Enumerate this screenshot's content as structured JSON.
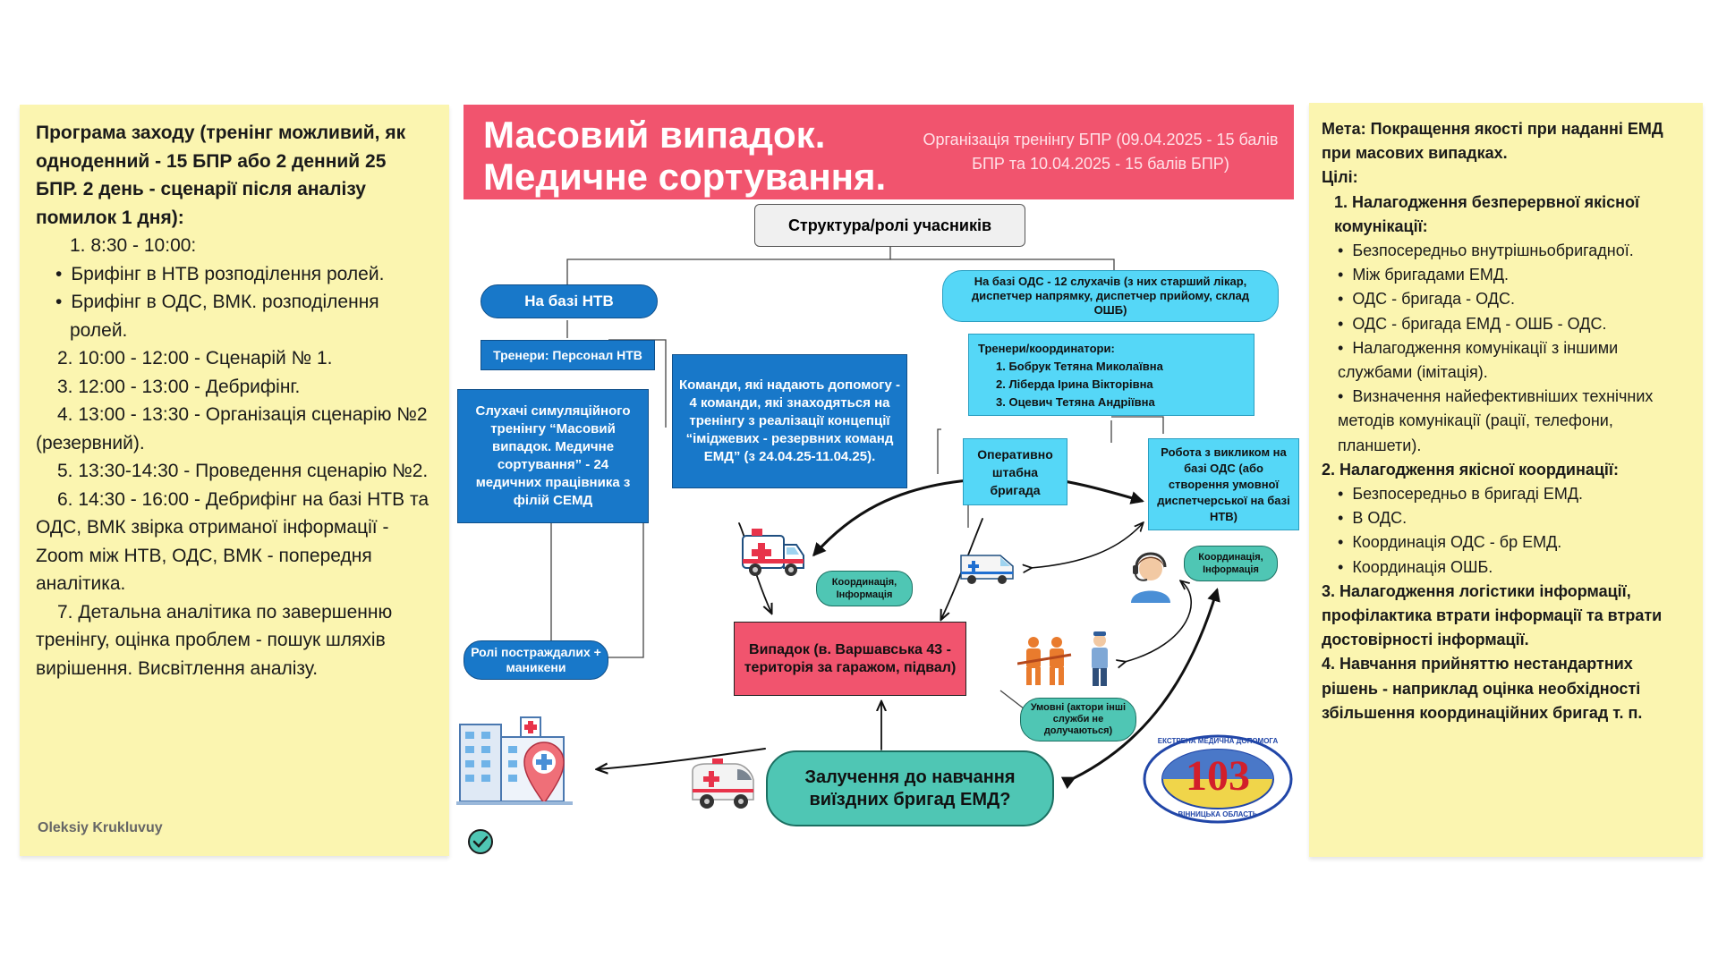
{
  "left_note": {
    "heading": "Програма заходу (тренінг можливий, як одноденний - 15 БПР або 2 денний 25 БПР. 2 день - сценарії після аналізу помилок 1 дня):",
    "lines": [
      "1. 8:30 - 10:00:",
      "Брифінг в НТВ розподілення ролей.",
      "Брифінг в ОДС, ВМК. розподілення ролей.",
      "2. 10:00 - 12:00 - Сценарій № 1.",
      "3. 12:00 - 13:00 - Дебрифінг.",
      "4. 13:00 - 13:30 - Організація сценарію №2 (резервний).",
      "5.  13:30-14:30 - Проведення сценарію №2.",
      "6. 14:30 - 16:00 - Дебрифінг на базі НТВ та ОДС, ВМК звірка отриманої інформації - Zoom між НТВ, ОДС, ВМК - попередня аналітика.",
      "7. Детальна аналітика по завершенню тренінгу, оцінка проблем - пошук шляхів вирішення. Висвітлення аналізу."
    ],
    "author": "Oleksiy Krukluvuy"
  },
  "banner": {
    "title_line1": "Масовий випадок.",
    "title_line2": "Медичне сортування.",
    "subtitle": "Організація тренінгу БПР (09.04.2025 - 15 балів БПР та 10.04.2025 - 15 балів БПР)"
  },
  "diagram": {
    "structure": "Структура/ролі учасників",
    "ntv_base": "На базі НТВ",
    "ntv_trainers": "Тренери: Персонал НТВ",
    "ntv_students": "Слухачі симуляційного тренінгу “Масовий випадок. Медичне сортування” - 24 медичних працівника з філій СЕМД",
    "teams": "Команди, які надають допомогу - 4 команди, які знаходяться на тренінгу з реалізації концепції “іміджевих - резервних команд ЕМД” (з 24.04.25-11.04.25).",
    "ods_base": "На базі ОДС - 12 слухачів (з них старший лікар, диспетчер напрямку, диспетчер прийому, склад ОШБ)",
    "ods_trainers_title": "Тренери/координатори:",
    "ods_trainers": [
      "1. Бобрук Тетяна Миколаївна",
      "2. Ліберда Ірина Вікторівна",
      "3. Оцевич Тетяна Андріївна"
    ],
    "operational_hq": "Оперативно штабна бригада",
    "call_work": "Робота з викликом на базі ОДС (або створення умовної диспетчерської на базі НТВ)",
    "coordination_left": "Координація, Інформація",
    "coordination_right": "Координація, Інформація",
    "incident": "Випадок (в. Варшавська 43 - територія за гаражом, підвал)",
    "victims": "Ролі постраждалих + маникени",
    "conditional": "Умовні (актори інші служби не долучаються)",
    "involvement": "Залучення до навчання виїздних бригад ЕМД?",
    "logo_text": "ЕКСТРЕНА МЕДИЧНА ДОПОМОГА",
    "logo_region": "ВІННИЦЬКА ОБЛАСТЬ",
    "logo_number": "103"
  },
  "right_note": {
    "lines": [
      {
        "t": "Мета: Покращення якості при наданні ЕМД при масових випадках.",
        "b": true,
        "k": "p"
      },
      {
        "t": "Цілі:",
        "b": true,
        "k": "p"
      },
      {
        "t": "1. Налагодження безперервної якісної комунікації:",
        "b": true,
        "k": "n"
      },
      {
        "t": "Безпосередньо внутрішньобригадної.",
        "b": false,
        "k": "u"
      },
      {
        "t": "Між бригадами ЕМД.",
        "b": false,
        "k": "u"
      },
      {
        "t": "ОДС - бригада - ОДС.",
        "b": false,
        "k": "u"
      },
      {
        "t": "ОДС - бригада ЕМД - ОШБ - ОДС.",
        "b": false,
        "k": "u"
      },
      {
        "t": "Налагодження комунікації з іншими службами (імітація).",
        "b": false,
        "k": "u"
      },
      {
        "t": "Визначення найефективніших технічних методів комунікації (рації, телефони, планшети).",
        "b": false,
        "k": "u"
      },
      {
        "t": "2. Налагодження якісної координації:",
        "b": true,
        "k": "p"
      },
      {
        "t": "Безпосередньо в бригаді ЕМД.",
        "b": false,
        "k": "u"
      },
      {
        "t": "В ОДС.",
        "b": false,
        "k": "u"
      },
      {
        "t": "Координація ОДС - бр ЕМД.",
        "b": false,
        "k": "u"
      },
      {
        "t": "Координація ОШБ.",
        "b": false,
        "k": "u"
      },
      {
        "t": "3. Налагодження логістики інформації, профілактика втрати інформації та втрати достовірності інформації.",
        "b": true,
        "k": "p"
      },
      {
        "t": "4. Навчання прийняттю нестандартних рішень - наприклад оцінка необхідності збільшення координаційних бригад т. п.",
        "b": true,
        "k": "p"
      }
    ]
  },
  "colors": {
    "banner": "#f1546e",
    "note": "#fbf5b0",
    "box_dark": "#1878c9",
    "box_light": "#55d7f7",
    "box_green": "#4fc6b4",
    "box_red": "#f1546e"
  }
}
